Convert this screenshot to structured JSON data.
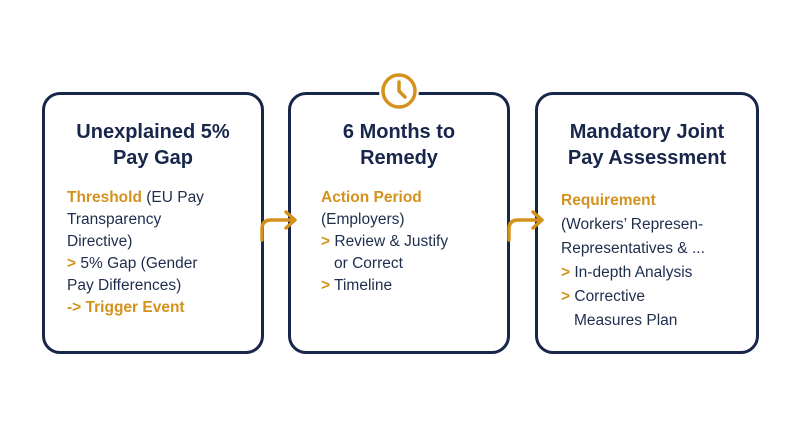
{
  "colors": {
    "navy": "#17264a",
    "accent": "#d4921c",
    "text": "#1f2d4d"
  },
  "icons": {
    "clock": "clock-icon",
    "arrow": "arrow-right-icon"
  },
  "cards": [
    {
      "title_lines": [
        "Unexplained 5%",
        "Pay Gap"
      ],
      "lines": [
        {
          "highlight": "Threshold",
          "text": " (EU Pay"
        },
        {
          "text": "Transparency"
        },
        {
          "text": "Directive)"
        },
        {
          "marker": ">",
          "text": " 5% Gap (Gender"
        },
        {
          "text": "Pay Differences)"
        },
        {
          "marker": "->",
          "highlight": " Trigger Event"
        }
      ]
    },
    {
      "title_lines": [
        "6 Months to",
        "Remedy"
      ],
      "lines": [
        {
          "highlight": "Action Period"
        },
        {
          "text": "(Employers)"
        },
        {
          "marker": ">",
          "text": " Review & Justify"
        },
        {
          "text": "or Correct"
        },
        {
          "marker": ">",
          "text": " Timeline"
        }
      ]
    },
    {
      "title_lines": [
        "Mandatory Joint",
        "Pay Assessment"
      ],
      "lines": [
        {
          "highlight": "Requirement"
        },
        {
          "text": "(Workers’ Represen-"
        },
        {
          "text": "Representatives & ..."
        },
        {
          "marker": ">",
          "text": " In-depth Analysis"
        },
        {
          "marker": ">",
          "text": " Corrective"
        },
        {
          "text": "Measures Plan"
        }
      ]
    }
  ]
}
